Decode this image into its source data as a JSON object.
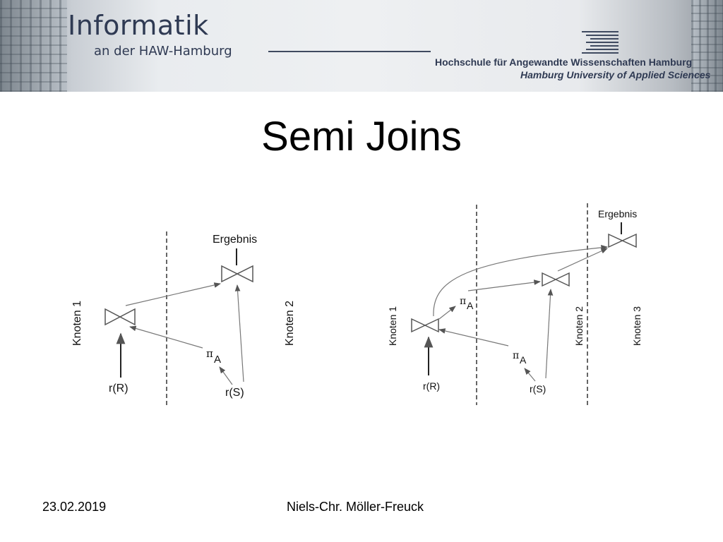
{
  "header": {
    "logo_title": "Informatik",
    "logo_subtitle": "an der HAW-Hamburg",
    "university_de": "Hochschule für Angewandte Wissenschaften Hamburg",
    "university_en": "Hamburg University of Applied Sciences"
  },
  "slide": {
    "title": "Semi Joins"
  },
  "diagram_left": {
    "node1_label": "Knoten 1",
    "node2_label": "Knoten 2",
    "result_label": "Ergebnis",
    "relation_r": "r(R)",
    "relation_s": "r(S)",
    "projection_pi": "π",
    "projection_attr": "A"
  },
  "diagram_right": {
    "node1_label": "Knoten 1",
    "node2_label": "Knoten 2",
    "node3_label": "Knoten 3",
    "result_label": "Ergebnis",
    "relation_r": "r(R)",
    "relation_s": "r(S)",
    "projection_pi": "π",
    "projection_attr": "A"
  },
  "footer": {
    "date": "23.02.2019",
    "author": "Niels-Chr. Möller-Freuck"
  }
}
